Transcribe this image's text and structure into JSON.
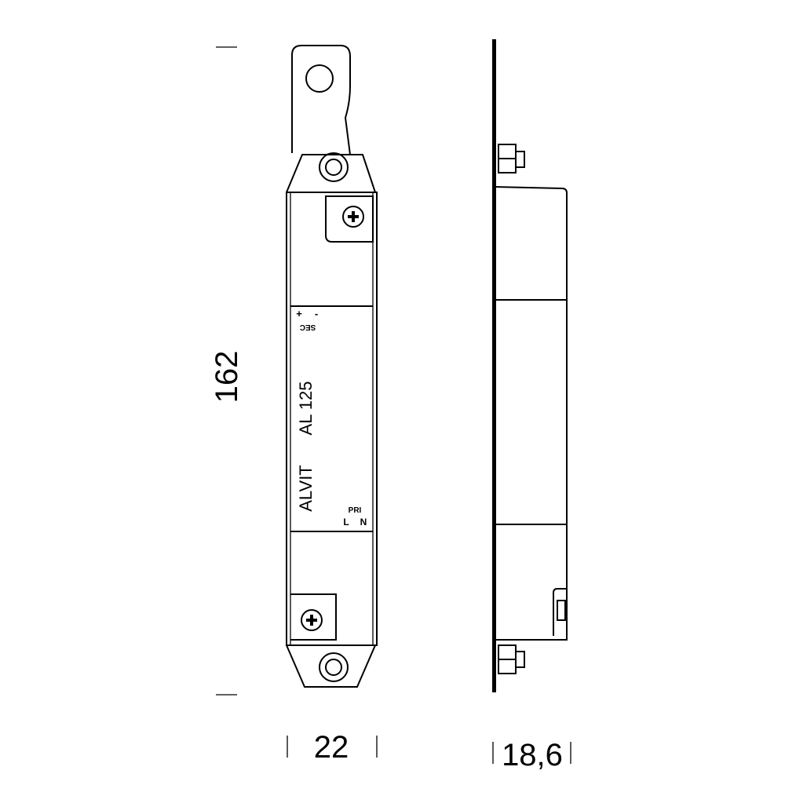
{
  "dimensions": {
    "height": "162",
    "width": "22",
    "depth": "18,6"
  },
  "label": {
    "sec_plus": "+",
    "sec_minus": "-",
    "sec": "SEC",
    "model": "AL 125",
    "brand": "ALVIT",
    "pri": "PRI",
    "pri_l": "L",
    "pri_n": "N"
  }
}
